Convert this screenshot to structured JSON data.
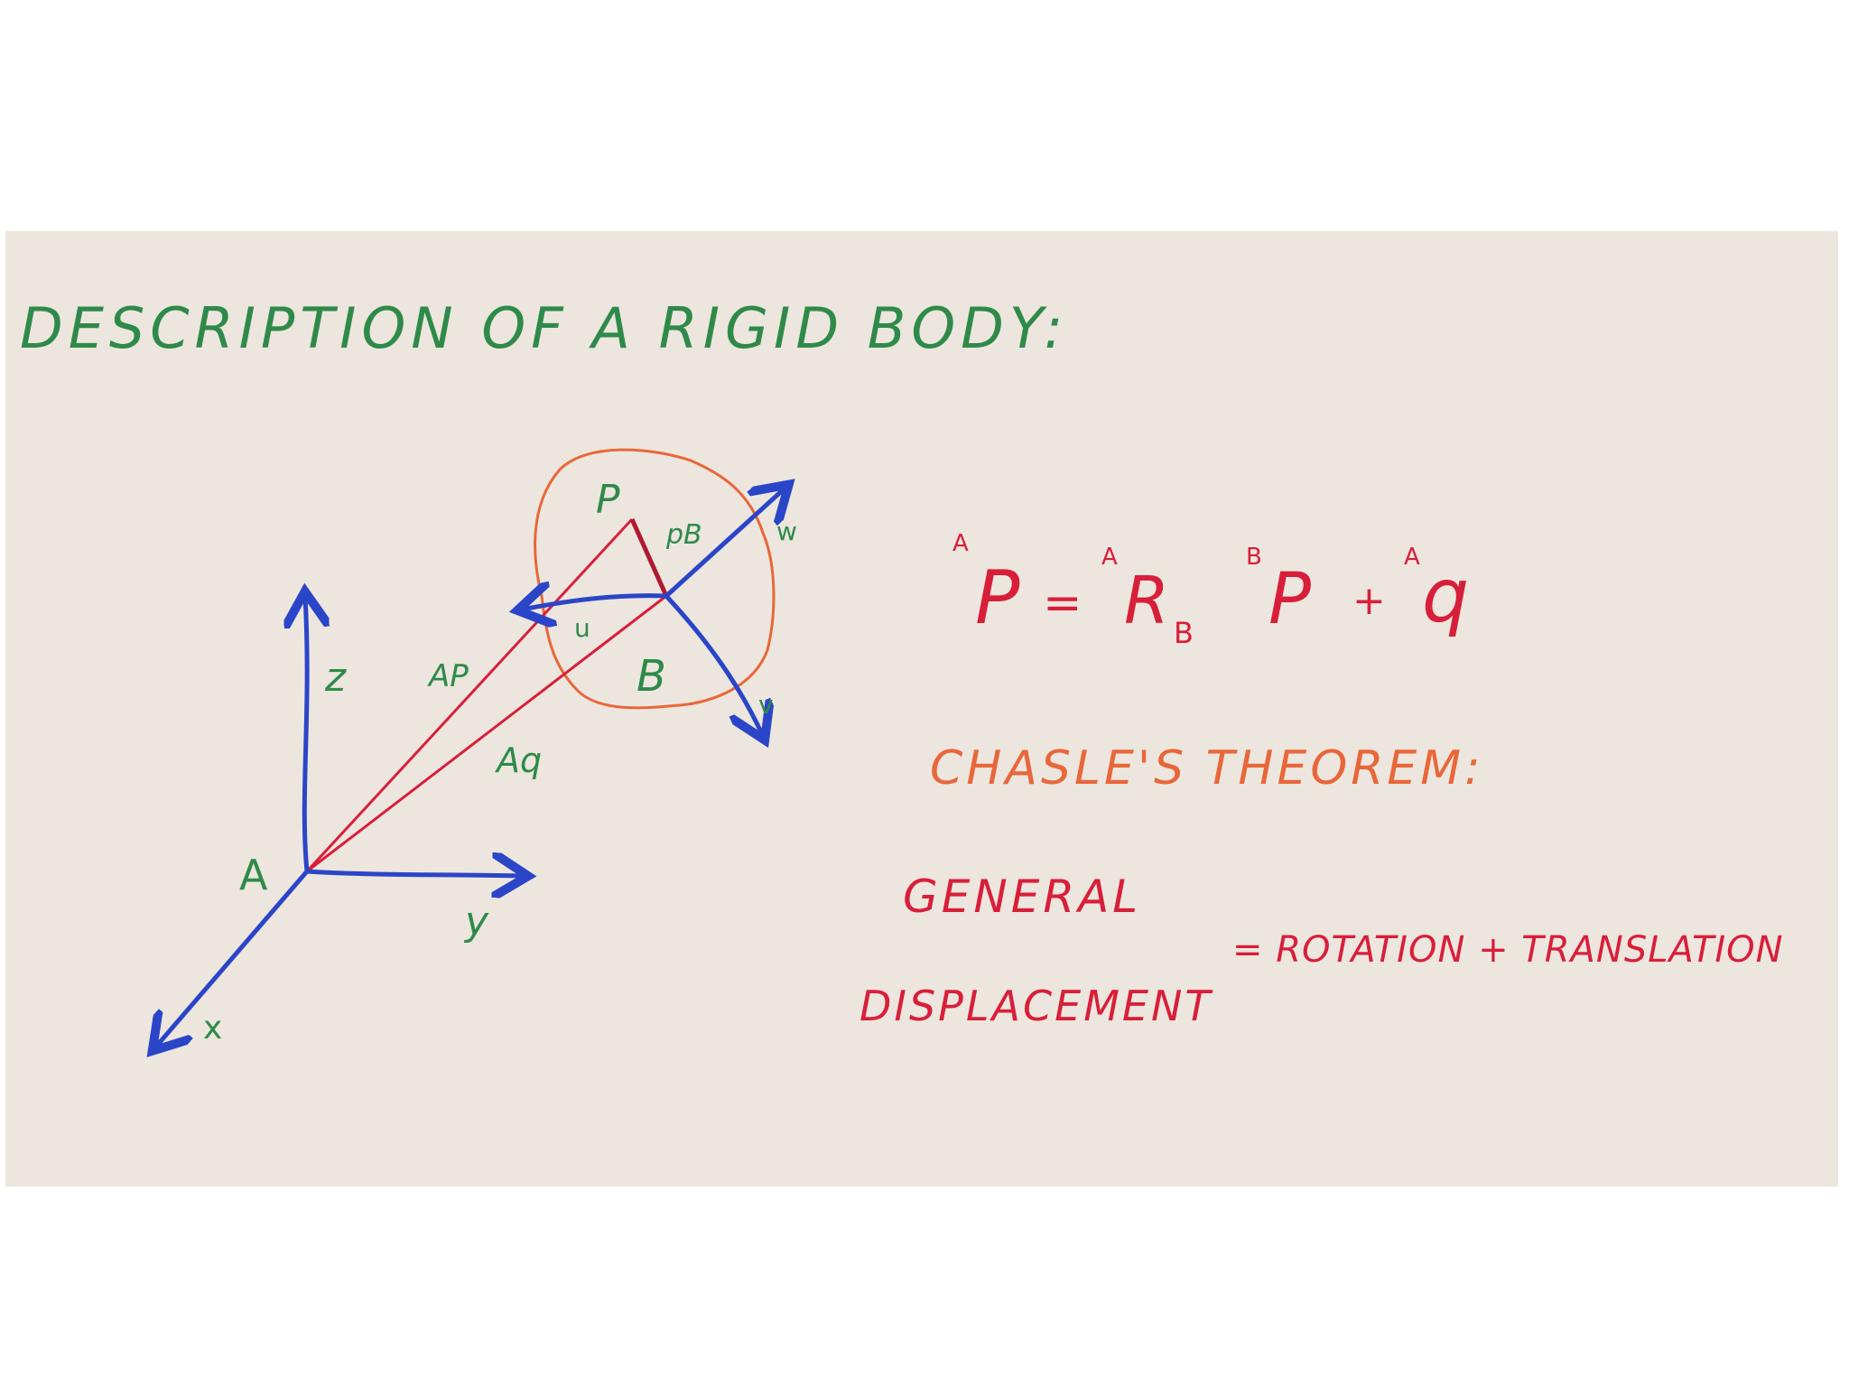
{
  "title": "DESCRIPTION OF A RIGID BODY:",
  "diagram": {
    "frame_A": {
      "origin": "A",
      "axes": [
        "z",
        "y",
        "x"
      ]
    },
    "body": {
      "origin": "B",
      "axes": [
        "w",
        "u",
        "v"
      ],
      "point": "P",
      "vector_B": "pB"
    },
    "vectors": [
      "AP",
      "Aq"
    ]
  },
  "equation": {
    "lhs": {
      "pre": "A",
      "main": "P"
    },
    "equals": "=",
    "rot": {
      "pre": "A",
      "main": "R",
      "sub": "B"
    },
    "vec": {
      "pre": "B",
      "main": "P"
    },
    "plus": "+",
    "trans": {
      "pre": "A",
      "main": "q"
    }
  },
  "theorem": {
    "heading": "CHASLE'S THEOREM:",
    "lhs_line1": "GENERAL",
    "lhs_line2": "DISPLACEMENT",
    "rhs": "= ROTATION + TRANSLATION"
  },
  "colors": {
    "green": "#2f8a4a",
    "blue": "#2b45c8",
    "red": "#d81f3a",
    "orange": "#e8673a",
    "board": "#ece6de"
  }
}
